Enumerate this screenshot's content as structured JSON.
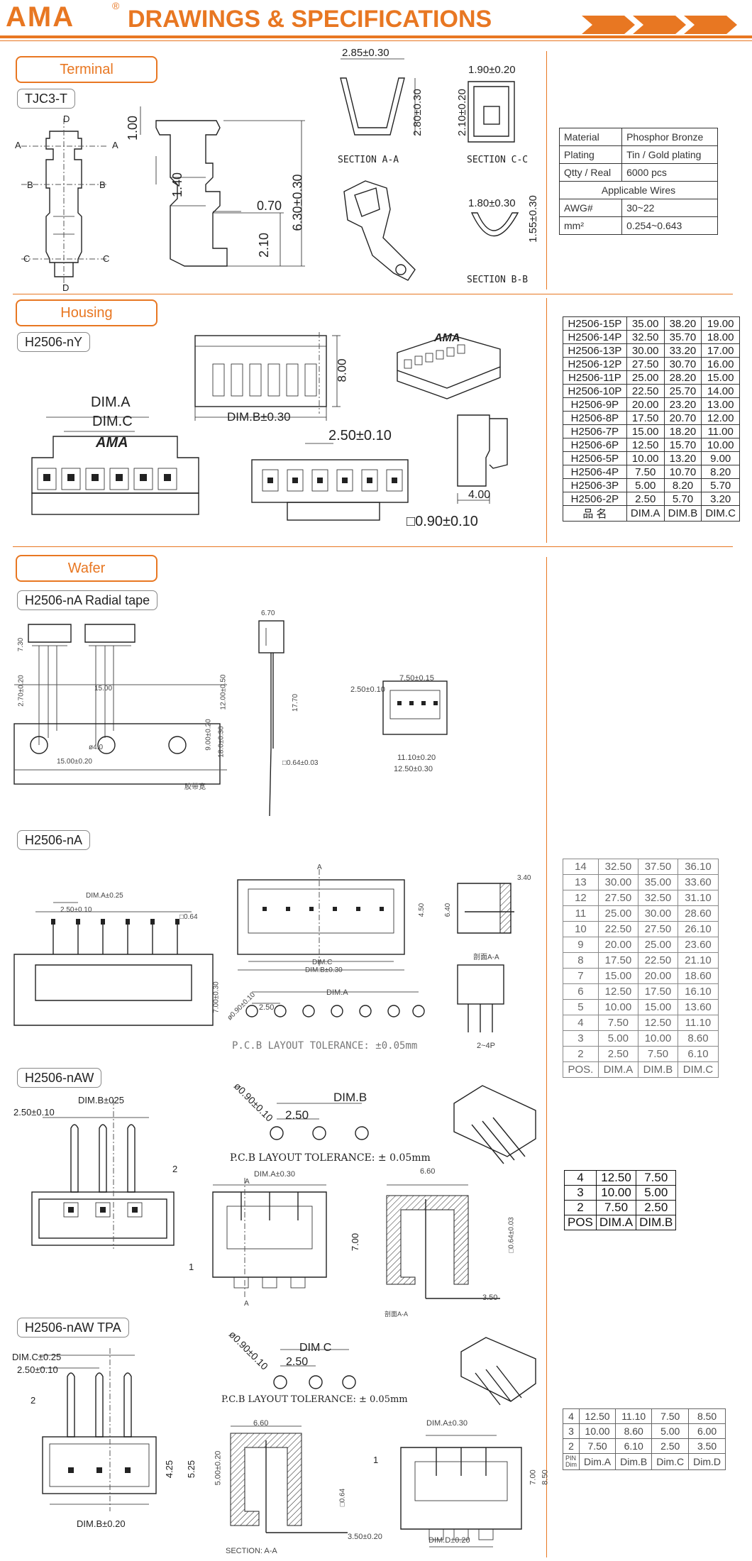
{
  "header": {
    "logo": "AMA",
    "registered": "®",
    "title": "DRAWINGS & SPECIFICATIONS"
  },
  "terminal": {
    "section_label": "Terminal",
    "part": "TJC3-T",
    "dims": {
      "d1": "2.85±0.30",
      "d2": "2.80±0.30",
      "d3": "1.90±0.20",
      "d4": "2.10±0.20",
      "d5": "1.00",
      "d6": "1.40",
      "d7": "0.70",
      "d8": "2.10",
      "d9": "6.30±0.30",
      "d10": "1.80±0.30",
      "d11": "1.55±0.30"
    },
    "sections": {
      "aa": "SECTION A-A",
      "cc": "SECTION C-C",
      "bb": "SECTION B-B"
    },
    "markers": {
      "a": "A",
      "b": "B",
      "c": "C",
      "d": "D"
    },
    "spec_table": {
      "rows": [
        {
          "label": "Material",
          "value": "Phosphor Bronze"
        },
        {
          "label": "Plating",
          "value": "Tin / Gold plating"
        },
        {
          "label": "Qtty / Real",
          "value": "6000 pcs"
        }
      ],
      "wires_header": "Applicable Wires",
      "wire_rows": [
        {
          "label": "AWG#",
          "value": "30~22"
        },
        {
          "label": "mm²",
          "value": "0.254~0.643"
        }
      ]
    }
  },
  "housing": {
    "section_label": "Housing",
    "part": "H2506-nY",
    "dims": {
      "dima": "DIM.A",
      "dimc": "DIM.C",
      "dimb": "DIM.B±0.30",
      "pitch": "2.50±0.10",
      "h8": "8.00",
      "w4": "4.00",
      "sq": "□0.90±0.10",
      "brand": "AMA"
    },
    "table": {
      "rows": [
        [
          "H2506-15P",
          "35.00",
          "38.20",
          "19.00"
        ],
        [
          "H2506-14P",
          "32.50",
          "35.70",
          "18.00"
        ],
        [
          "H2506-13P",
          "30.00",
          "33.20",
          "17.00"
        ],
        [
          "H2506-12P",
          "27.50",
          "30.70",
          "16.00"
        ],
        [
          "H2506-11P",
          "25.00",
          "28.20",
          "15.00"
        ],
        [
          "H2506-10P",
          "22.50",
          "25.70",
          "14.00"
        ],
        [
          "H2506-9P",
          "20.00",
          "23.20",
          "13.00"
        ],
        [
          "H2506-8P",
          "17.50",
          "20.70",
          "12.00"
        ],
        [
          "H2506-7P",
          "15.00",
          "18.20",
          "11.00"
        ],
        [
          "H2506-6P",
          "12.50",
          "15.70",
          "10.00"
        ],
        [
          "H2506-5P",
          "10.00",
          "13.20",
          "9.00"
        ],
        [
          "H2506-4P",
          "7.50",
          "10.70",
          "8.20"
        ],
        [
          "H2506-3P",
          "5.00",
          "8.20",
          "5.70"
        ],
        [
          "H2506-2P",
          "2.50",
          "5.70",
          "3.20"
        ]
      ],
      "footer": [
        "品 名",
        "DIM.A",
        "DIM.B",
        "DIM.C"
      ]
    }
  },
  "wafer": {
    "section_label": "Wafer",
    "radial": {
      "part": "H2506-nA Radial tape",
      "dims": {
        "a": "7.30",
        "b": "2.70±0.20",
        "c": "15.00",
        "d": "12.00±0.50",
        "e": "9.00±0.20",
        "f": "18.0±0.30",
        "g": "15.00±0.20",
        "h": "ø4.0",
        "i": "6.70",
        "j": "17.70",
        "k": "□0.64±0.03",
        "l": "2.50±0.10",
        "m": "7.50±0.15",
        "n": "11.10±0.20",
        "o": "12.50±0.30",
        "p": "胶带宽"
      }
    },
    "na": {
      "part": "H2506-nA",
      "dims": {
        "dima": "DIM.A±0.25",
        "pitch": "2.50±0.10",
        "pin": "□0.64",
        "h": "7.00±0.30",
        "dimc": "DIM.C",
        "dimb": "DIM.B±0.30",
        "w": "4.50",
        "side": "3.40",
        "side2": "6.40",
        "hole": "ø0.90±0.10",
        "p": "2.50",
        "dima2": "DIM.A",
        "marker": "A",
        "sec": "剖面A-A",
        "tol": "P.C.B LAYOUT TOLERANCE: ±0.05mm",
        "range": "2~4P"
      },
      "table": {
        "rows": [
          [
            "14",
            "32.50",
            "37.50",
            "36.10"
          ],
          [
            "13",
            "30.00",
            "35.00",
            "33.60"
          ],
          [
            "12",
            "27.50",
            "32.50",
            "31.10"
          ],
          [
            "11",
            "25.00",
            "30.00",
            "28.60"
          ],
          [
            "10",
            "22.50",
            "27.50",
            "26.10"
          ],
          [
            "9",
            "20.00",
            "25.00",
            "23.60"
          ],
          [
            "8",
            "17.50",
            "22.50",
            "21.10"
          ],
          [
            "7",
            "15.00",
            "20.00",
            "18.60"
          ],
          [
            "6",
            "12.50",
            "17.50",
            "16.10"
          ],
          [
            "5",
            "10.00",
            "15.00",
            "13.60"
          ],
          [
            "4",
            "7.50",
            "12.50",
            "11.10"
          ],
          [
            "3",
            "5.00",
            "10.00",
            "8.60"
          ],
          [
            "2",
            "2.50",
            "7.50",
            "6.10"
          ]
        ],
        "footer": [
          "POS.",
          "DIM.A",
          "DIM.B",
          "DIM.C"
        ]
      }
    },
    "naw": {
      "part": "H2506-nAW",
      "dims": {
        "dimb": "DIM.B±025",
        "pitch": "2.50±0.10",
        "n2": "2",
        "hole": "ø0.90±0.10",
        "p": "2.50",
        "dimb2": "DIM.B",
        "tol": "P.C.B LAYOUT TOLERANCE: ± 0.05mm",
        "dima": "DIM.A±0.30",
        "h": "7.00",
        "n1": "1",
        "marker": "A",
        "w": "6.60",
        "pin": "□0.64±0.03",
        "l": "3.50",
        "sec": "剖面A-A"
      },
      "table": {
        "rows": [
          [
            "4",
            "12.50",
            "7.50"
          ],
          [
            "3",
            "10.00",
            "5.00"
          ],
          [
            "2",
            "7.50",
            "2.50"
          ]
        ],
        "footer": [
          "POS",
          "DIM.A",
          "DIM.B"
        ]
      }
    },
    "tpa": {
      "part": "H2506-nAW TPA",
      "dims": {
        "dimc": "DIM.C±0.25",
        "pitch": "2.50±0.10",
        "n2": "2",
        "hole": "ø0.90±0.10",
        "p": "2.50",
        "dimc2": "DIM C",
        "tol": "P.C.B LAYOUT TOLERANCE: ± 0.05mm",
        "h1": "4.25",
        "h2": "5.25",
        "dimb": "DIM.B±0.20",
        "w": "6.60",
        "h3": "5.00±0.20",
        "pin": "□0.64",
        "l": "3.50±0.20",
        "sec": "SECTION: A-A",
        "dima": "DIM.A±0.30",
        "h4": "7.00",
        "h5": "8.50",
        "dimd": "DIM.D±0.20",
        "n1": "1"
      },
      "table": {
        "rows": [
          [
            "4",
            "12.50",
            "11.10",
            "7.50",
            "8.50"
          ],
          [
            "3",
            "10.00",
            "8.60",
            "5.00",
            "6.00"
          ],
          [
            "2",
            "7.50",
            "6.10",
            "2.50",
            "3.50"
          ]
        ],
        "footer_pin": "PIN",
        "footer_dim": "Dim",
        "footer": [
          "Dim.A",
          "Dim.B",
          "Dim.C",
          "Dim.D"
        ]
      }
    }
  }
}
